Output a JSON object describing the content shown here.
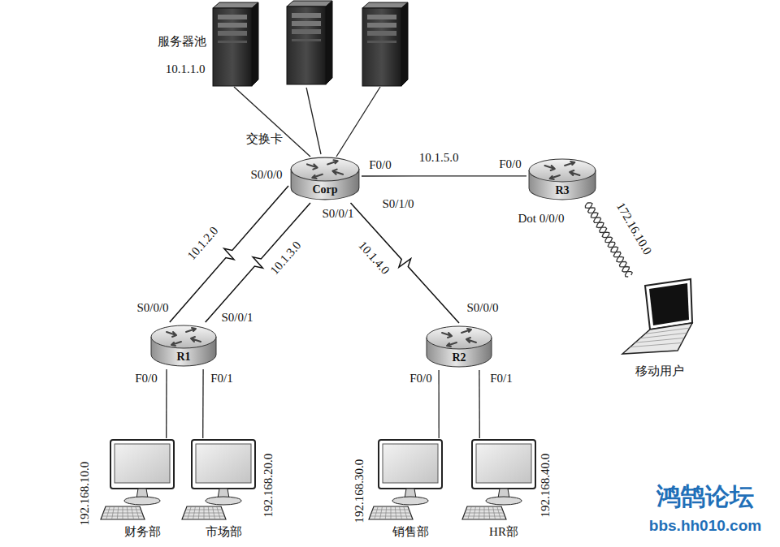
{
  "diagram": {
    "nodes": [
      {
        "text": [
          "服务器池",
          "10.1.1.0"
        ]
      },
      {
        "text": [
          "Corp"
        ]
      },
      {
        "text": [
          "R3"
        ]
      },
      {
        "text": [
          "R1"
        ]
      },
      {
        "text": [
          "R2"
        ]
      },
      {
        "text": [
          "移动用户"
        ]
      },
      {
        "text": [
          "财务部"
        ]
      },
      {
        "text": [
          "市场部"
        ]
      },
      {
        "text": [
          "销售部"
        ]
      },
      {
        "text": [
          "HR部"
        ]
      }
    ],
    "edges": [
      {
        "from": 0,
        "to": 1,
        "arrow": "none"
      },
      {
        "from": 1,
        "to": 3,
        "label": "10.1.2.0",
        "arrow": "none"
      },
      {
        "from": 1,
        "to": 3,
        "label": "10.1.3.0",
        "arrow": "none"
      },
      {
        "from": 1,
        "to": 4,
        "label": "10.1.4.0",
        "arrow": "none"
      },
      {
        "from": 1,
        "to": 2,
        "label": "10.1.5.0",
        "arrow": "none"
      },
      {
        "from": 2,
        "to": 5,
        "label": "172.16.10.0",
        "arrow": "none"
      },
      {
        "from": 3,
        "to": 6,
        "arrow": "none"
      },
      {
        "from": 3,
        "to": 7,
        "arrow": "none"
      },
      {
        "from": 4,
        "to": 8,
        "arrow": "none"
      },
      {
        "from": 4,
        "to": 9,
        "arrow": "none"
      }
    ],
    "labels": [
      "交换卡",
      "S0/0/0",
      "F0/0",
      "S0/0/1",
      "S0/1/0",
      "F0/0",
      "Dot 0/0/0",
      "S0/0/0",
      "S0/0/1",
      "F0/0",
      "F0/1",
      "S0/0/0",
      "F0/0",
      "F0/1",
      "192.168.10.0",
      "192.168.20.0",
      "192.168.30.0",
      "192.168.40.0",
      "鸿鹄论坛",
      "bbs.hh010.com"
    ]
  }
}
